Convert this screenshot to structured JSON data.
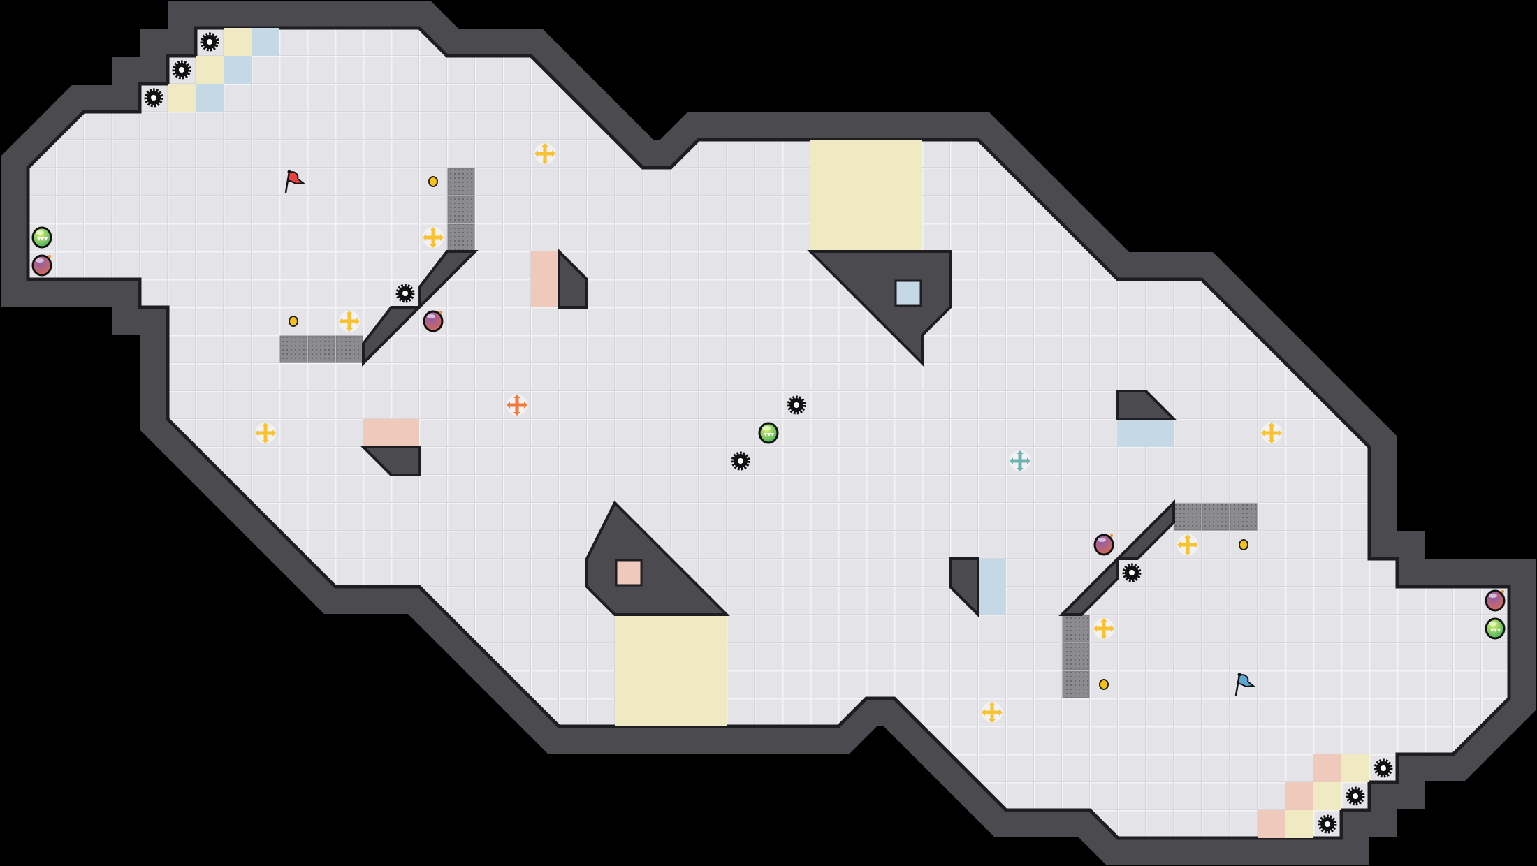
{
  "colors": {
    "background": "#000000",
    "wall": "#4a4a4f",
    "wall_edge": "#1e1e22",
    "floor": "#e4e4e8",
    "floor_grid": "#f3f3f5",
    "yellow_tile": "#efeac2",
    "blue_tile": "#c4d8e6",
    "pink_tile": "#efc9bb",
    "grey_block": "#8a8a8e",
    "gear": "#111111",
    "coin": "#f5c21b",
    "cross_yellow": "#f7c233",
    "cross_orange": "#f07a3c",
    "cross_teal": "#6fb2b0",
    "orb_green": "#7cc44a",
    "orb_purple": "#9a5aa8",
    "flag_red": "#e8403a",
    "flag_blue": "#5aa7d6"
  },
  "entities": {
    "gears": 10,
    "coins": 4,
    "yellow_crosses": 8,
    "orange_crosses": 1,
    "teal_crosses": 1,
    "green_orbs": 3,
    "purple_orbs": 4,
    "flags": [
      "red",
      "blue"
    ]
  }
}
